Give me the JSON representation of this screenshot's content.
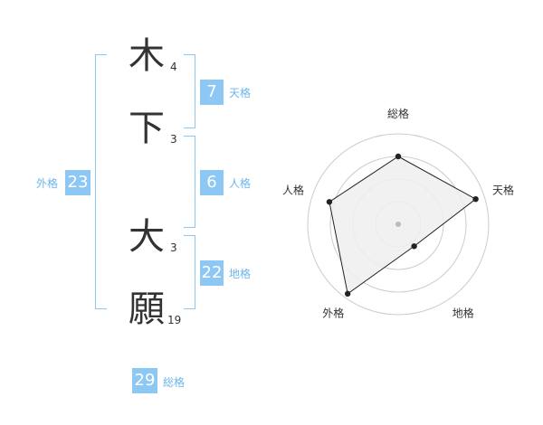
{
  "name": {
    "chars": [
      {
        "char": "木",
        "strokes": "4"
      },
      {
        "char": "下",
        "strokes": "3"
      },
      {
        "char": "大",
        "strokes": "3"
      },
      {
        "char": "願",
        "strokes": "19"
      }
    ]
  },
  "fortune": {
    "tenkaku": {
      "value": "7",
      "label": "天格"
    },
    "jinkaku": {
      "value": "6",
      "label": "人格"
    },
    "chikaku": {
      "value": "22",
      "label": "地格"
    },
    "gaikaku": {
      "value": "23",
      "label": "外格"
    },
    "soukaku": {
      "value": "29",
      "label": "総格"
    }
  },
  "chart_data": {
    "type": "radar",
    "axes": [
      "総格",
      "天格",
      "地格",
      "外格",
      "人格"
    ],
    "values": [
      0.75,
      0.9,
      0.3,
      0.95,
      0.8
    ],
    "max": 1,
    "rings": 4,
    "colors": {
      "fill": "#efefef",
      "line": "#222222",
      "grid": "#cccccc",
      "center": "#bbbbbb"
    }
  }
}
